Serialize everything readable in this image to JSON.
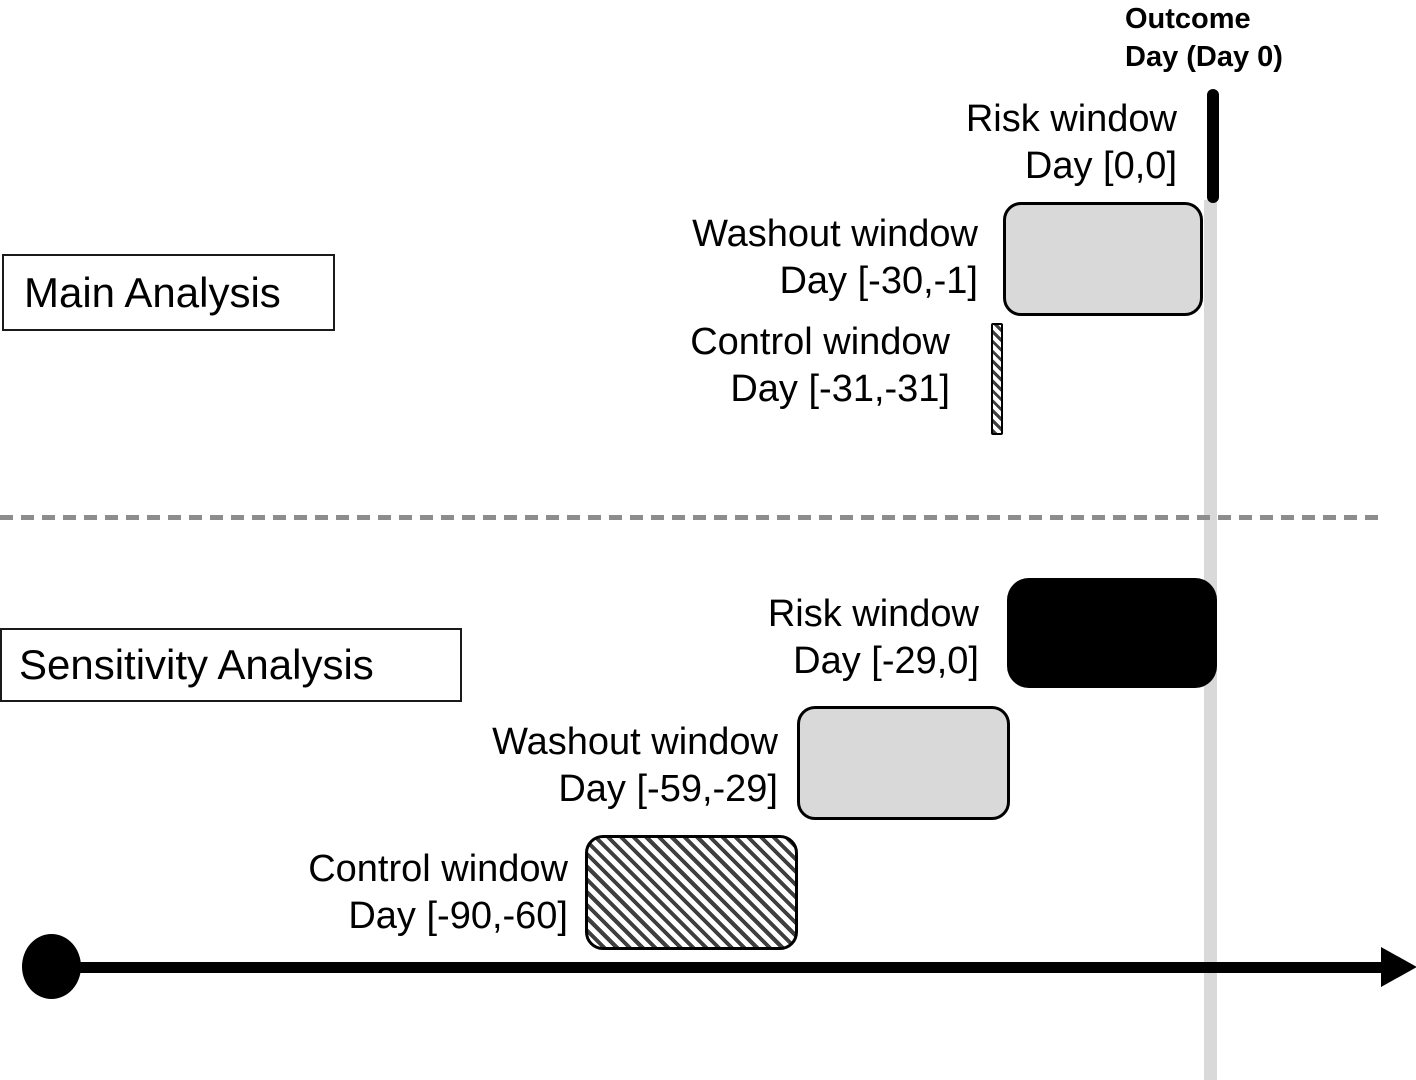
{
  "outcome": {
    "line1": "Outcome",
    "line2": "Day (Day 0)"
  },
  "sections": {
    "main": {
      "title": "Main Analysis",
      "risk": {
        "line1": "Risk window",
        "line2": "Day [0,0]"
      },
      "washout": {
        "line1": "Washout window",
        "line2": "Day [-30,-1]"
      },
      "control": {
        "line1": "Control window",
        "line2": "Day [-31,-31]"
      }
    },
    "sensitivity": {
      "title": "Sensitivity Analysis",
      "risk": {
        "line1": "Risk window",
        "line2": "Day [-29,0]"
      },
      "washout": {
        "line1": "Washout window",
        "line2": "Day [-59,-29]"
      },
      "control": {
        "line1": "Control window",
        "line2": "Day [-90,-60]"
      }
    }
  },
  "windows": [
    {
      "analysis": "main",
      "window": "risk",
      "days": [
        0,
        0
      ],
      "style": "solid-black"
    },
    {
      "analysis": "main",
      "window": "washout",
      "days": [
        -30,
        -1
      ],
      "style": "light-gray"
    },
    {
      "analysis": "main",
      "window": "control",
      "days": [
        -31,
        -31
      ],
      "style": "diagonal-hatch"
    },
    {
      "analysis": "sensitivity",
      "window": "risk",
      "days": [
        -29,
        0
      ],
      "style": "solid-black"
    },
    {
      "analysis": "sensitivity",
      "window": "washout",
      "days": [
        -59,
        -29
      ],
      "style": "light-gray"
    },
    {
      "analysis": "sensitivity",
      "window": "control",
      "days": [
        -90,
        -60
      ],
      "style": "diagonal-hatch"
    }
  ],
  "colors": {
    "box_fill_gray": "#d9d9d9",
    "day_zero_line_gray": "#d9d9d9",
    "divider_dash_gray": "#8d8d8d",
    "hatch_dark": "#3f3f3f",
    "black": "#000000"
  }
}
